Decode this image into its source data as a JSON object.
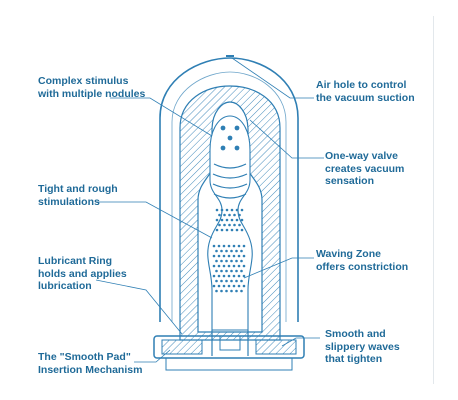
{
  "colors": {
    "line": "#2f7fb4",
    "label": "#1f6a98",
    "hatch": "#2f7fb4"
  },
  "labels": {
    "complex_stimulus": [
      "Complex stimulus",
      "with multiple nodules"
    ],
    "air_hole": [
      "Air hole to control",
      "the vacuum suction"
    ],
    "one_way_valve": [
      "One-way valve",
      "creates vacuum",
      "sensation"
    ],
    "tight_rough": [
      "Tight and rough",
      "stimulations"
    ],
    "waving_zone": [
      "Waving Zone",
      "offers constriction"
    ],
    "lubricant_ring": [
      "Lubricant Ring",
      "holds and applies",
      "lubrication"
    ],
    "smooth_waves": [
      "Smooth and",
      "slippery waves",
      "that tighten"
    ],
    "smooth_pad": [
      "The \"Smooth Pad\"",
      "Insertion Mechanism"
    ]
  }
}
